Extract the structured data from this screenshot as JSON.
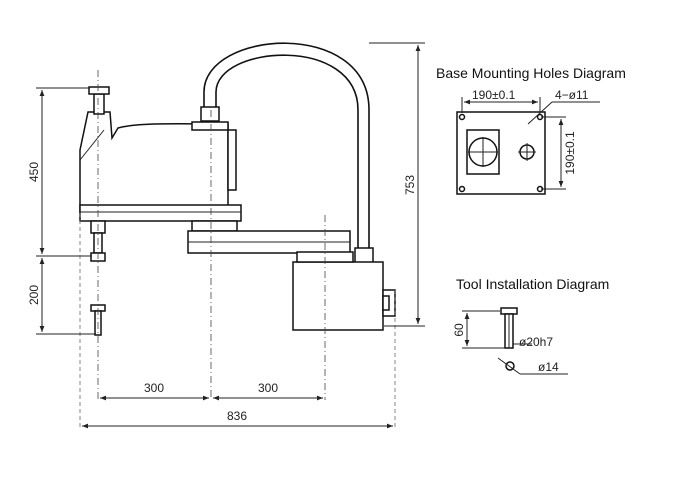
{
  "main_view": {
    "dimensions": {
      "base_height": "450",
      "stroke": "200",
      "arm1_length": "300",
      "arm2_length": "300",
      "total_length": "836",
      "total_height": "753"
    }
  },
  "base_mounting": {
    "title": "Base Mounting Holes Diagram",
    "horizontal_spacing": "190±0.1",
    "vertical_spacing": "190±0.1",
    "hole_callout": "4−ø11"
  },
  "tool_installation": {
    "title": "Tool Installation Diagram",
    "length": "60",
    "shaft_diameter": "ø20h7",
    "hole_diameter": "ø14"
  }
}
